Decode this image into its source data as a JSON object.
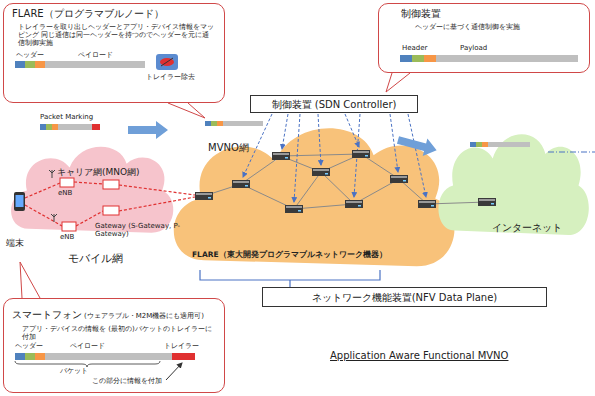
{
  "diagram": {
    "nodes": [
      {
        "text": [
          "FLARE（プログラマブルノード）",
          "トレイラーを取り出しヘッダーとアプリ・デバイス情報をマッピング 同じ通信は同一ヘッダーを持つのでヘッダーを元に通信制御実施"
        ]
      },
      {
        "text": [
          "制御装置",
          "ヘッダーに基づく通信制御を実施"
        ]
      },
      {
        "text": [
          "制御装置 (SDN Controller)"
        ]
      },
      {
        "text": [
          "キャリア網(MNO網)"
        ]
      },
      {
        "text": [
          "MVNO網"
        ]
      },
      {
        "text": [
          "インターネット"
        ]
      },
      {
        "text": [
          "ネットワーク機能装置(NFV Data Plane)"
        ]
      },
      {
        "text": [
          "スマートフォン",
          "(ウェアラブル・M2M機器にも適用可)",
          "アプリ・デバイスの情報を (最初の)パケットのトレイラーに付加"
        ]
      }
    ],
    "labels": [
      "ヘッダー",
      "ペイロード",
      "トレイラー除去",
      "Header",
      "Payload",
      "Packet Marking",
      "端末",
      "eNB",
      "eNB",
      "Gateway (S-Gateway, P-Gateway)",
      "FLARE（東大開発プログラマブルネットワーク機器）",
      "モバイル網",
      "ヘッダー",
      "ペイロード",
      "トレイラー",
      "パケット",
      "この部分に情報を付加",
      "Application Aware Functional MVNO"
    ]
  }
}
